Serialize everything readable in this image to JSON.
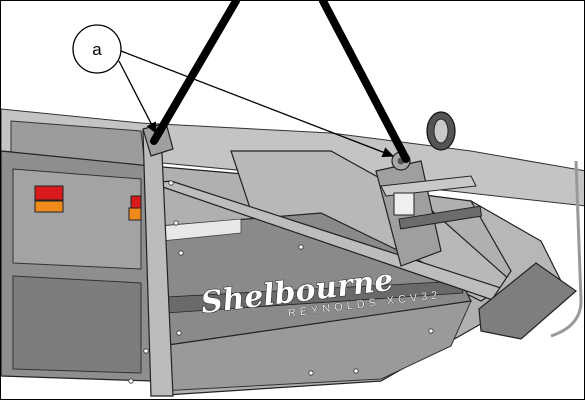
{
  "callout": {
    "label": "a"
  },
  "brand": {
    "logo_script": "Shelbourne",
    "logo_sub": "REYNOLDS XCV32"
  },
  "colors": {
    "body_gray": "#a9a9a9",
    "dark_gray": "#7a7a7a",
    "light_gray": "#cfcfcf",
    "lamp_red": "#d81a1a",
    "lamp_amber": "#f08a1a",
    "line": "#000000"
  }
}
